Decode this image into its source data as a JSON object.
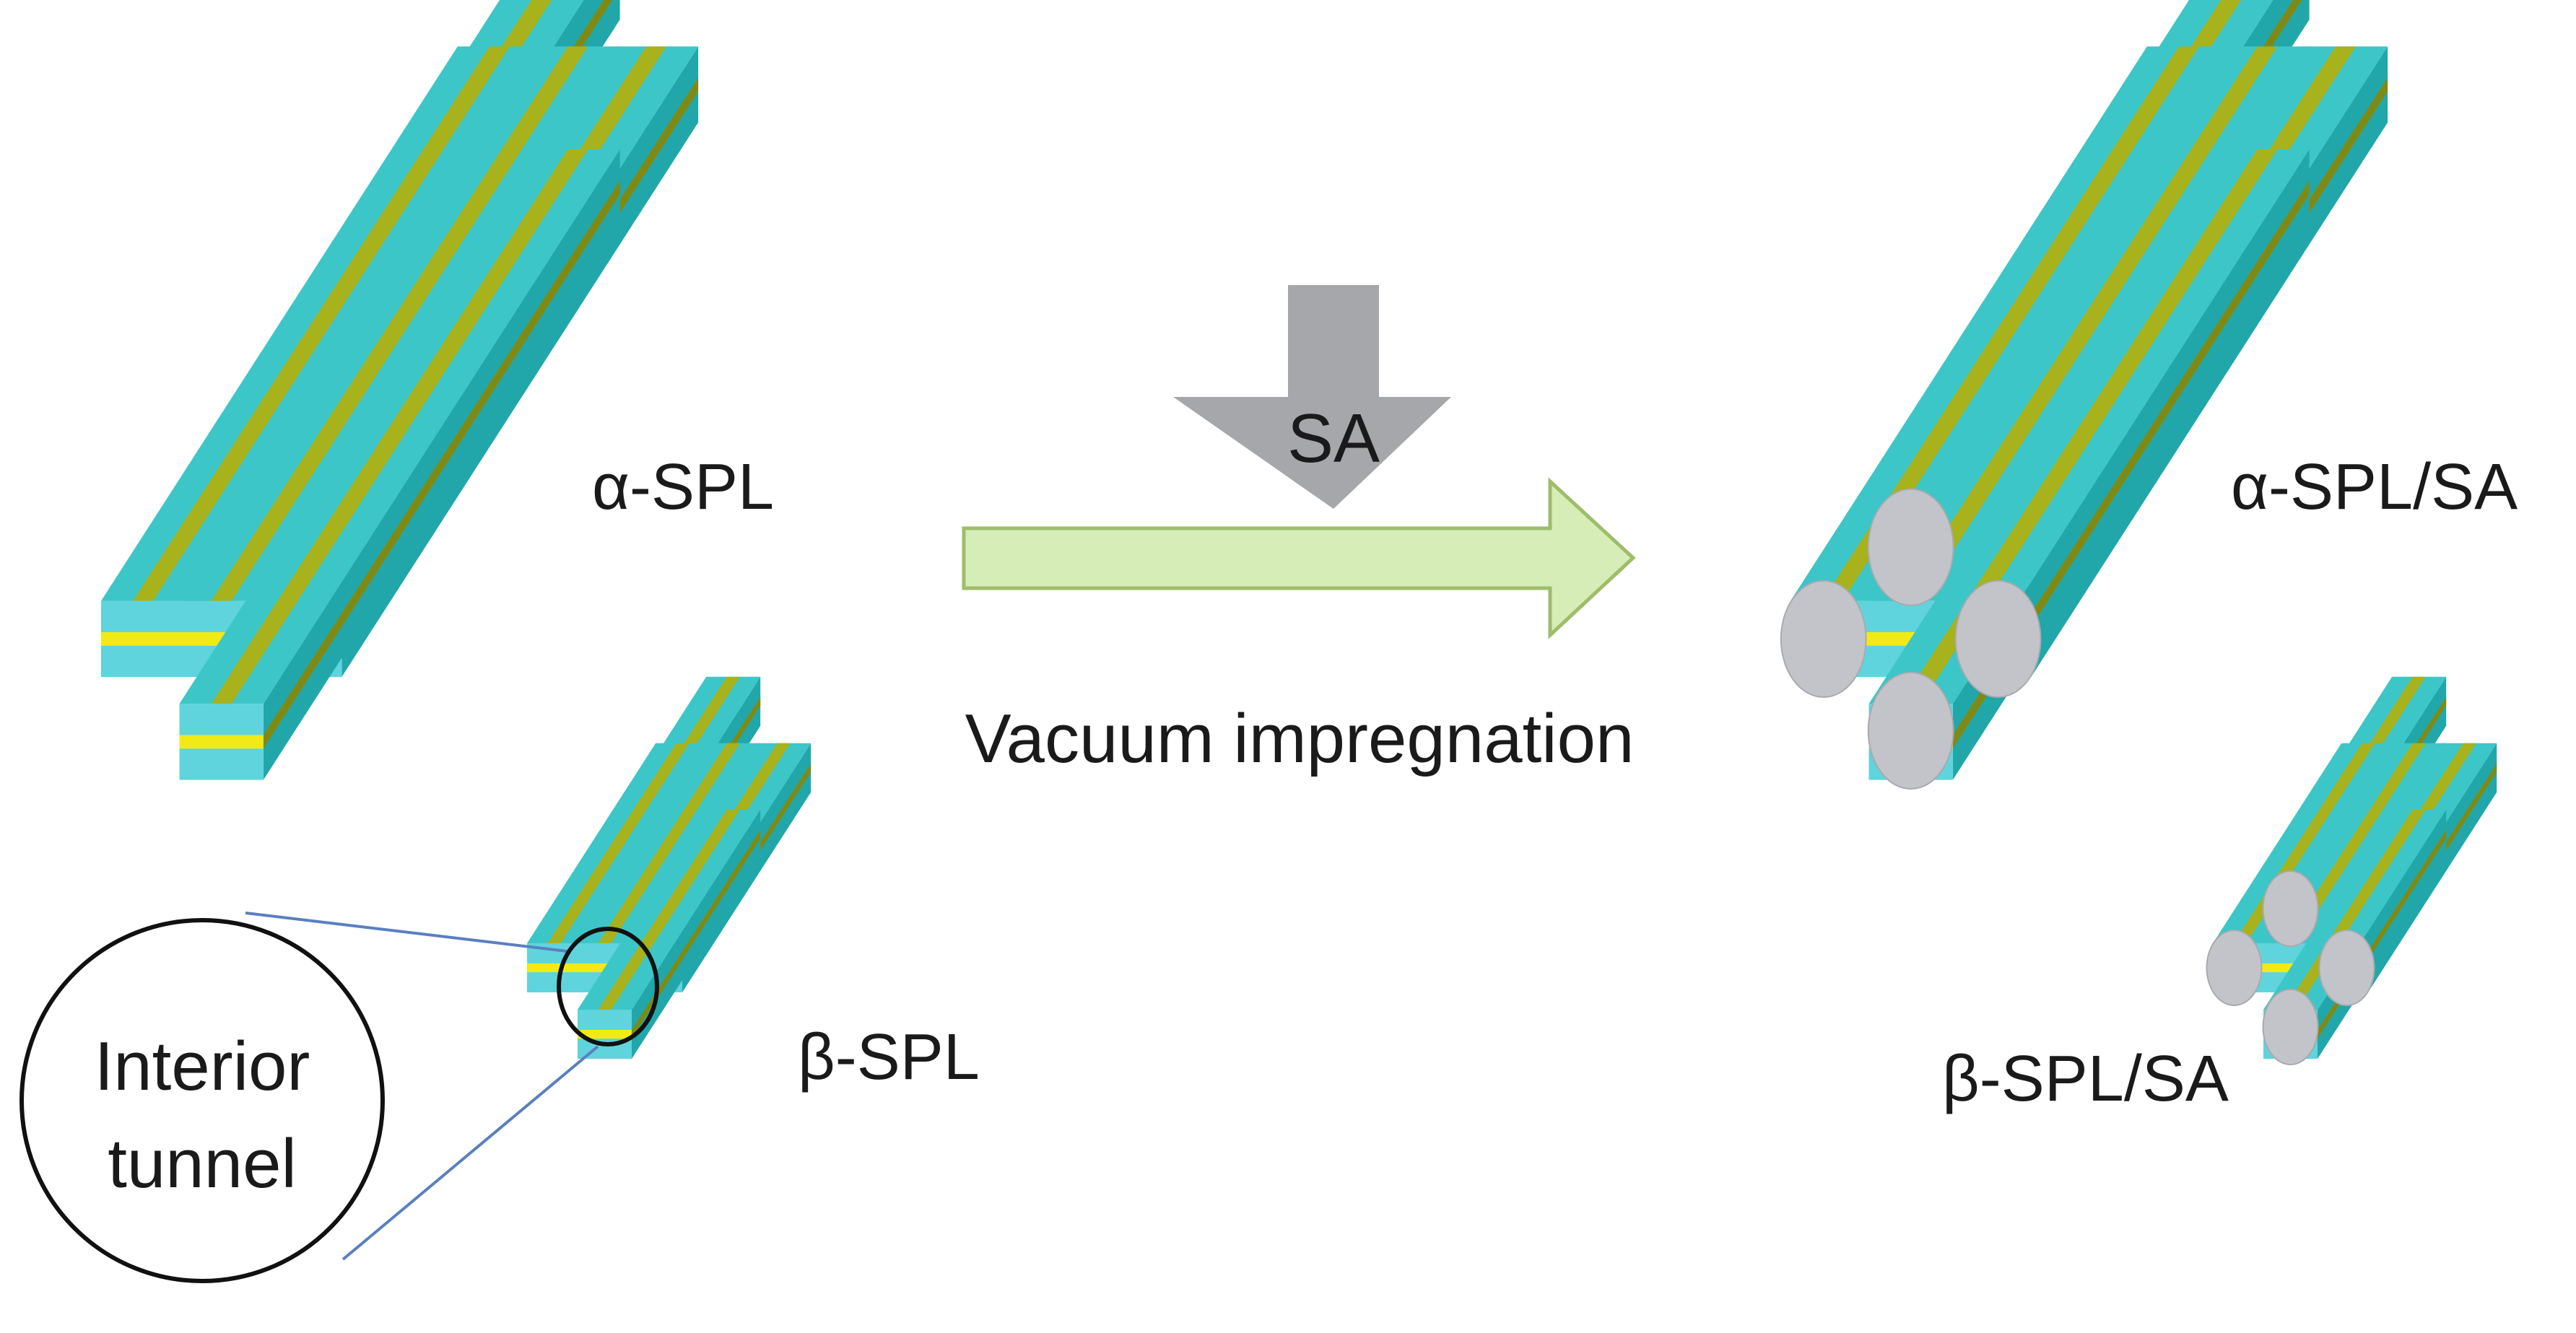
{
  "labels": {
    "alpha_spl": "α-SPL",
    "beta_spl": "β-SPL",
    "alpha_spl_sa": "α-SPL/SA",
    "beta_spl_sa": "β-SPL/SA",
    "sa": "SA",
    "process": "Vacuum impregnation",
    "callout_line1": "Interior",
    "callout_line2": "tunnel"
  },
  "colors": {
    "rod_top": "#3cc6c8",
    "rod_side": "#21a7aa",
    "rod_end": "#5fd4dc",
    "stripe_top": "#a7b21c",
    "stripe_side": "#7f8a15",
    "stripe_end": "#f2ea16",
    "filler": "#c3c4c9",
    "sa_arrow": "#a5a7ab",
    "process_arrow_fill": "#d6edb7",
    "process_arrow_stroke": "#9ebd6a",
    "callout_line": "#5a7fc0"
  }
}
